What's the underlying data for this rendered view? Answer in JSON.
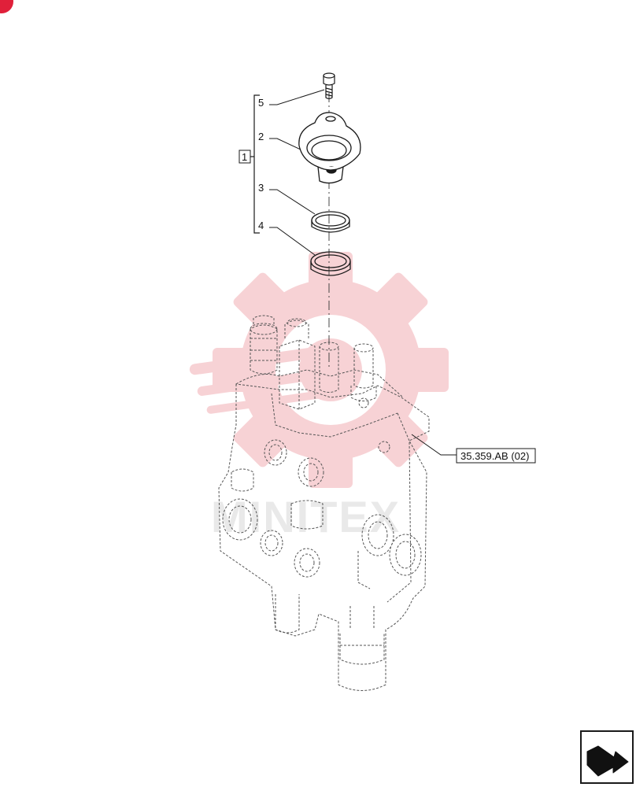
{
  "diagram": {
    "callouts": [
      {
        "id": "5",
        "label": "5"
      },
      {
        "id": "2",
        "label": "2"
      },
      {
        "id": "3",
        "label": "3"
      },
      {
        "id": "4",
        "label": "4"
      }
    ],
    "group_label": "1",
    "reference_label": "35.359.AB (02)",
    "watermark_text": "MINITEX",
    "colors": {
      "line": "#1a1a1a",
      "dashed": "#555555",
      "watermark": "#f5c4c8",
      "corner_badge": "#e0203a"
    },
    "icons": {
      "corner": "corner-badge-icon",
      "watermark": "gear-watermark-icon",
      "navigation": "next-page-arrow-icon"
    }
  }
}
